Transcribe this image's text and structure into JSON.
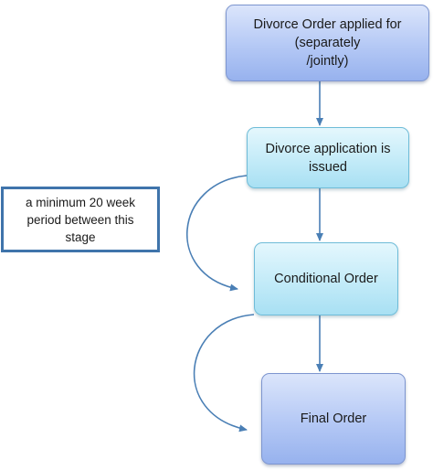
{
  "diagram": {
    "steps": [
      {
        "label": "Divorce Order applied for\n(separately\n/jointly)"
      },
      {
        "label": "Divorce application is\nissued"
      },
      {
        "label": "Conditional Order"
      },
      {
        "label": "Final Order"
      }
    ],
    "note": "a minimum 20 week\nperiod between this\nstage"
  },
  "colors": {
    "arrow": "#4a7fb5",
    "note_border": "#3f74ab"
  }
}
